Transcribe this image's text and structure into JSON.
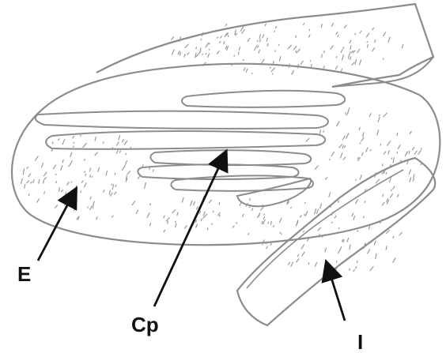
{
  "labels": {
    "e": "E",
    "cp": "Cp",
    "i": "I"
  },
  "colors": {
    "outline": "#8c8c8c",
    "stipple": "#9a9a9a",
    "arrow": "#111111",
    "label": "#111111"
  }
}
